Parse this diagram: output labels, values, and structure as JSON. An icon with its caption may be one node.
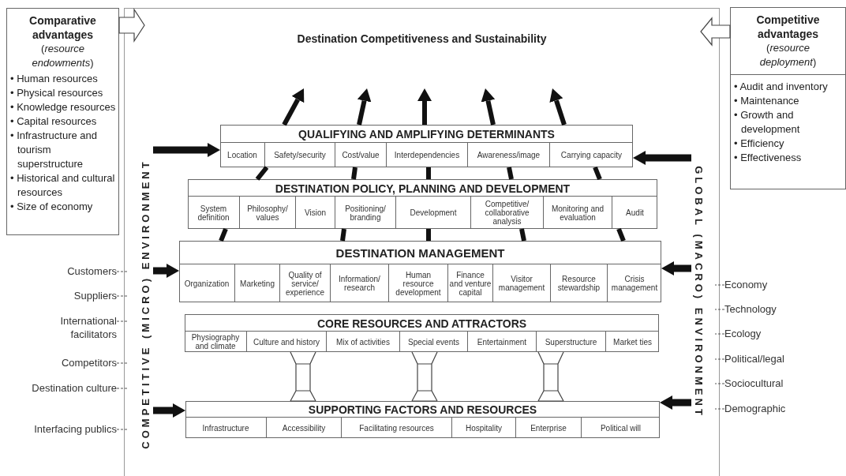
{
  "diagram": {
    "title": "Destination Competitiveness and Sustainability",
    "nodes": [
      {
        "text": [
          "Comparative advantages",
          "(*resource endowments*)",
          "• Human resources",
          "• Physical resources",
          "• Knowledge resources",
          "• Capital resources",
          "• Infrastructure and tourism superstructure",
          "• Historical and cultural resources",
          "• Size of economy"
        ]
      },
      {
        "text": [],
        "shape": "box"
      },
      {
        "text": [
          "Competitive advantages",
          "(*resource deployment*)",
          "• Audit and inventory",
          "• Maintenance",
          "• Growth and development",
          "• Efficiency",
          "• Effectiveness"
        ]
      },
      {
        "text": [
          "COMPETITIVE (MICRO) ENVIRONMENT"
        ],
        "in": 1
      },
      {
        "text": [
          "GLOBAL (MACRO) ENVIRONMENT"
        ],
        "in": 1
      },
      {
        "text": [
          "QUALIFYING AND AMPLIFYING DETERMINANTS"
        ],
        "in": 1
      },
      {
        "text": [
          "Location"
        ],
        "in": 5
      },
      {
        "text": [
          "Safety/security"
        ],
        "in": 5
      },
      {
        "text": [
          "Cost/value"
        ],
        "in": 5
      },
      {
        "text": [
          "Interdependencies"
        ],
        "in": 5
      },
      {
        "text": [
          "Awareness/image"
        ],
        "in": 5
      },
      {
        "text": [
          "Carrying capacity"
        ],
        "in": 5
      },
      {
        "text": [
          "DESTINATION POLICY, PLANNING AND DEVELOPMENT"
        ],
        "in": 1
      },
      {
        "text": [
          "System definition"
        ],
        "in": 12
      },
      {
        "text": [
          "Philosophy/ values"
        ],
        "in": 12
      },
      {
        "text": [
          "Vision"
        ],
        "in": 12
      },
      {
        "text": [
          "Positioning/ branding"
        ],
        "in": 12
      },
      {
        "text": [
          "Development"
        ],
        "in": 12
      },
      {
        "text": [
          "Competitive/ collaborative analysis"
        ],
        "in": 12
      },
      {
        "text": [
          "Monitoring and evaluation"
        ],
        "in": 12
      },
      {
        "text": [
          "Audit"
        ],
        "in": 12
      },
      {
        "text": [
          "DESTINATION MANAGEMENT"
        ],
        "in": 1
      },
      {
        "text": [
          "Organization"
        ],
        "in": 21
      },
      {
        "text": [
          "Marketing"
        ],
        "in": 21
      },
      {
        "text": [
          "Quality of service/ experience"
        ],
        "in": 21
      },
      {
        "text": [
          "Information/ research"
        ],
        "in": 21
      },
      {
        "text": [
          "Human resource development"
        ],
        "in": 21
      },
      {
        "text": [
          "Finance and venture capital"
        ],
        "in": 21
      },
      {
        "text": [
          "Visitor management"
        ],
        "in": 21
      },
      {
        "text": [
          "Resource stewardship"
        ],
        "in": 21
      },
      {
        "text": [
          "Crisis management"
        ],
        "in": 21
      },
      {
        "text": [
          "CORE RESOURCES AND ATTRACTORS"
        ],
        "in": 1
      },
      {
        "text": [
          "Physiography and climate"
        ],
        "in": 31
      },
      {
        "text": [
          "Culture and history"
        ],
        "in": 31
      },
      {
        "text": [
          "Mix of activities"
        ],
        "in": 31
      },
      {
        "text": [
          "Special events"
        ],
        "in": 31
      },
      {
        "text": [
          "Entertainment"
        ],
        "in": 31
      },
      {
        "text": [
          "Superstructure"
        ],
        "in": 31
      },
      {
        "text": [
          "Market ties"
        ],
        "in": 31
      },
      {
        "text": [
          "SUPPORTING FACTORS AND RESOURCES"
        ],
        "in": 1
      },
      {
        "text": [
          "Infrastructure"
        ],
        "in": 39
      },
      {
        "text": [
          "Accessibility"
        ],
        "in": 39
      },
      {
        "text": [
          "Facilitating resources"
        ],
        "in": 39
      },
      {
        "text": [
          "Hospitality"
        ],
        "in": 39
      },
      {
        "text": [
          "Enterprise"
        ],
        "in": 39
      },
      {
        "text": [
          "Political will"
        ],
        "in": 39
      },
      {
        "text": [
          "Customers"
        ]
      },
      {
        "text": [
          "Suppliers"
        ]
      },
      {
        "text": [
          "International facilitators"
        ]
      },
      {
        "text": [
          "Competitors"
        ]
      },
      {
        "text": [
          "Destination culture"
        ]
      },
      {
        "text": [
          "Interfacing publics"
        ]
      },
      {
        "text": [
          "Economy"
        ]
      },
      {
        "text": [
          "Technology"
        ]
      },
      {
        "text": [
          "Ecology"
        ]
      },
      {
        "text": [
          "Political/legal"
        ]
      },
      {
        "text": [
          "Sociocultural"
        ]
      },
      {
        "text": [
          "Demographic"
        ]
      }
    ],
    "edges": [
      {
        "from": 0,
        "to": 1,
        "arrow": "to"
      },
      {
        "from": 2,
        "to": 1,
        "arrow": "to"
      },
      {
        "from": 5,
        "to": null,
        "arrow": "to"
      },
      {
        "from": 5,
        "to": null,
        "arrow": "to"
      },
      {
        "from": 5,
        "to": null,
        "arrow": "to"
      },
      {
        "from": 5,
        "to": null,
        "arrow": "to"
      },
      {
        "from": 5,
        "to": null,
        "arrow": "to"
      },
      {
        "from": 12,
        "to": 5,
        "arrow": "none"
      },
      {
        "from": 12,
        "to": 5,
        "arrow": "none"
      },
      {
        "from": 12,
        "to": 5,
        "arrow": "none"
      },
      {
        "from": 12,
        "to": 5,
        "arrow": "none"
      },
      {
        "from": 12,
        "to": 5,
        "arrow": "none"
      },
      {
        "from": 21,
        "to": 12,
        "arrow": "none"
      },
      {
        "from": 21,
        "to": 12,
        "arrow": "none"
      },
      {
        "from": 21,
        "to": 12,
        "arrow": "none"
      },
      {
        "from": 21,
        "to": 12,
        "arrow": "none"
      },
      {
        "from": 21,
        "to": 12,
        "arrow": "none"
      },
      {
        "from": 33,
        "to": 39,
        "arrow": "none"
      },
      {
        "from": 35,
        "to": 39,
        "arrow": "none"
      },
      {
        "from": 37,
        "to": 39,
        "arrow": "none"
      },
      {
        "from": 3,
        "to": 5,
        "arrow": "to"
      },
      {
        "from": 3,
        "to": 21,
        "arrow": "to"
      },
      {
        "from": 3,
        "to": 39,
        "arrow": "to"
      },
      {
        "from": 4,
        "to": 5,
        "arrow": "to"
      },
      {
        "from": 4,
        "to": 21,
        "arrow": "to"
      },
      {
        "from": 4,
        "to": 39,
        "arrow": "to"
      },
      {
        "from": 46,
        "to": 1,
        "arrow": "none",
        "style": "dashed"
      },
      {
        "from": 47,
        "to": 1,
        "arrow": "none",
        "style": "dashed"
      },
      {
        "from": 48,
        "to": 1,
        "arrow": "none",
        "style": "dashed"
      },
      {
        "from": 49,
        "to": 1,
        "arrow": "none",
        "style": "dashed"
      },
      {
        "from": 50,
        "to": 1,
        "arrow": "none",
        "style": "dashed"
      },
      {
        "from": 51,
        "to": 1,
        "arrow": "none",
        "style": "dashed"
      },
      {
        "from": 52,
        "to": 1,
        "arrow": "none",
        "style": "dashed"
      },
      {
        "from": 53,
        "to": 1,
        "arrow": "none",
        "style": "dashed"
      },
      {
        "from": 54,
        "to": 1,
        "arrow": "none",
        "style": "dashed"
      },
      {
        "from": 55,
        "to": 1,
        "arrow": "none",
        "style": "dashed"
      },
      {
        "from": 56,
        "to": 1,
        "arrow": "none",
        "style": "dashed"
      },
      {
        "from": 57,
        "to": 1,
        "arrow": "none",
        "style": "dashed"
      }
    ]
  }
}
